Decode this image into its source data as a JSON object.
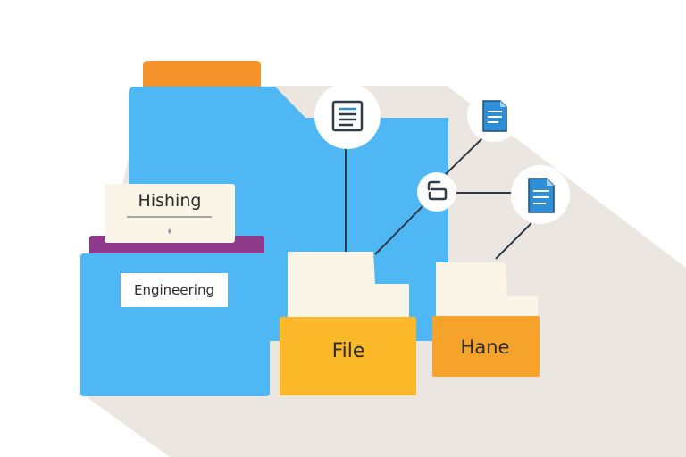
{
  "colors": {
    "background": "#ffffff",
    "shadow": "#ece6e1",
    "blue_folder": "#4fb7f3",
    "orange_tab": "#f4932a",
    "purple_band": "#8e3a8c",
    "card": "#faf5e6",
    "yellow_folder": "#fbb929",
    "orange_folder": "#f6a32c",
    "line": "#2e3b48",
    "doc_icon": "#2f8fd6"
  },
  "labels": {
    "card_title": "Hishing",
    "card_mark": "♦",
    "engineering": "Engineering",
    "file_folder": "File",
    "hane_folder": "Hane"
  },
  "nodes": [
    {
      "name": "document-node-top",
      "icon": "document-icon"
    },
    {
      "name": "document-node-right-top",
      "icon": "document-icon"
    },
    {
      "name": "hub-node",
      "icon": "link-icon"
    },
    {
      "name": "document-node-right",
      "icon": "document-icon"
    }
  ]
}
